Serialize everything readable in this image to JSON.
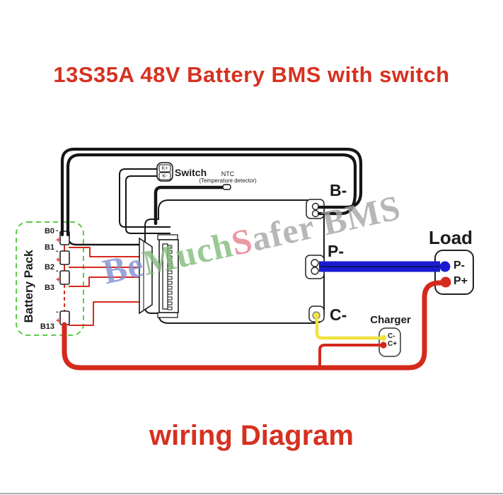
{
  "title": {
    "text": "13S35A 48V Battery BMS with switch"
  },
  "footer": {
    "text": "wiring Diagram"
  },
  "colors": {
    "accent": "#d63120",
    "wire_black": "#151515",
    "wire_red": "#d5291c",
    "wire_blue": "#1b1bd1",
    "wire_blue_seam": "#10104f",
    "wire_yellow": "#efe23f",
    "pack_green": "#5ecb49",
    "board_stroke": "#1c1c1c",
    "pad_yellow": "#f0e24a"
  },
  "watermark": {
    "parts": [
      {
        "text": "Be",
        "color": "#8191d2"
      },
      {
        "text": "Much",
        "color": "#83bc7d"
      },
      {
        "text": "S",
        "color": "#e5808d"
      },
      {
        "text": "afer",
        "color": "#a6a6a6"
      },
      {
        "text": " BMS",
        "color": "#a6a6a6"
      }
    ]
  },
  "battery": {
    "label": "Battery Pack",
    "cells": [
      "B0",
      "B1",
      "B2",
      "B3",
      "B13"
    ],
    "minus": "-",
    "plus": "+"
  },
  "switchBox": {
    "label": "Switch",
    "kp": "K+",
    "km": "K-"
  },
  "ntc": {
    "label": "NTC",
    "sub": "(Temperature detector)"
  },
  "terminals": {
    "b": "B-",
    "p": "P-",
    "c": "C-"
  },
  "load": {
    "label": "Load",
    "pMinus": "P-",
    "pPlus": "P+"
  },
  "charger": {
    "label": "Charger",
    "cMinus": "C-",
    "cPlus": "C+"
  }
}
